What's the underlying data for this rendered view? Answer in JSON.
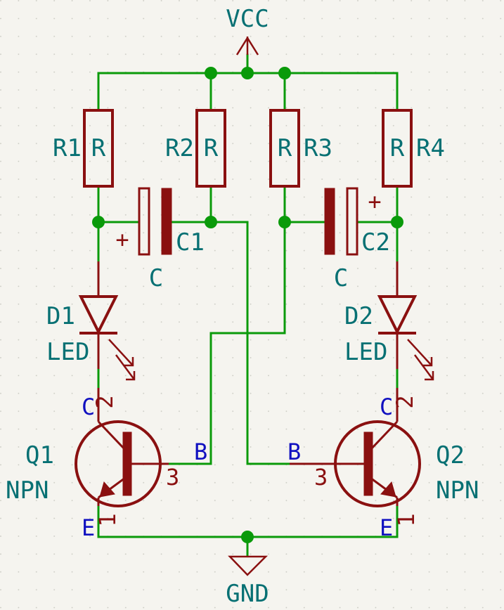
{
  "power": {
    "vcc_label": "VCC",
    "gnd_label": "GND"
  },
  "resistors": [
    {
      "ref": "R1",
      "value": "R"
    },
    {
      "ref": "R2",
      "value": "R"
    },
    {
      "ref": "R3",
      "value": "R"
    },
    {
      "ref": "R4",
      "value": "R"
    }
  ],
  "capacitors": [
    {
      "ref": "C1",
      "value": "C",
      "polarity": "+"
    },
    {
      "ref": "C2",
      "value": "C",
      "polarity": "+"
    }
  ],
  "leds": [
    {
      "ref": "D1",
      "value": "LED"
    },
    {
      "ref": "D2",
      "value": "LED"
    }
  ],
  "transistors": [
    {
      "ref": "Q1",
      "value": "NPN",
      "pin_collector": "C",
      "pin_base": "B",
      "pin_emitter": "E",
      "num_collector": "2",
      "num_base": "3",
      "num_emitter": "1"
    },
    {
      "ref": "Q2",
      "value": "NPN",
      "pin_collector": "C",
      "pin_base": "B",
      "pin_emitter": "E",
      "num_collector": "2",
      "num_base": "3",
      "num_emitter": "1"
    }
  ],
  "colors": {
    "wire": "#0a9a0a",
    "component": "#8a1010",
    "reference_text": "#077073",
    "pin_name": "#1010c0",
    "background": "#f5f4ef"
  }
}
